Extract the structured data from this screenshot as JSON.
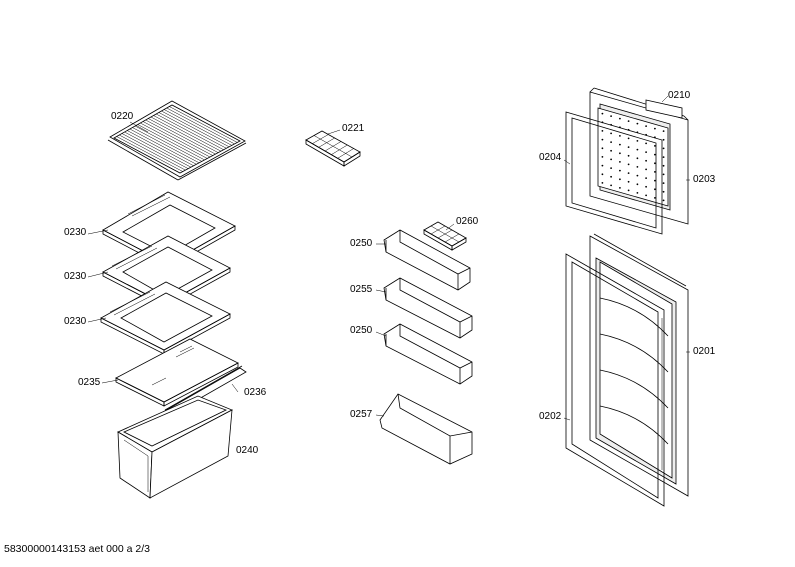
{
  "labels": {
    "p0220": "0220",
    "p0221": "0221",
    "p0230a": "0230",
    "p0230b": "0230",
    "p0230c": "0230",
    "p0235": "0235",
    "p0236": "0236",
    "p0240": "0240",
    "p0250a": "0250",
    "p0255": "0255",
    "p0250b": "0250",
    "p0257": "0257",
    "p0260": "0260",
    "p0210": "0210",
    "p0204": "0204",
    "p0203": "0203",
    "p0201": "0201",
    "p0202": "0202"
  },
  "footer": "58300000143153 aet 000 a 2/3"
}
